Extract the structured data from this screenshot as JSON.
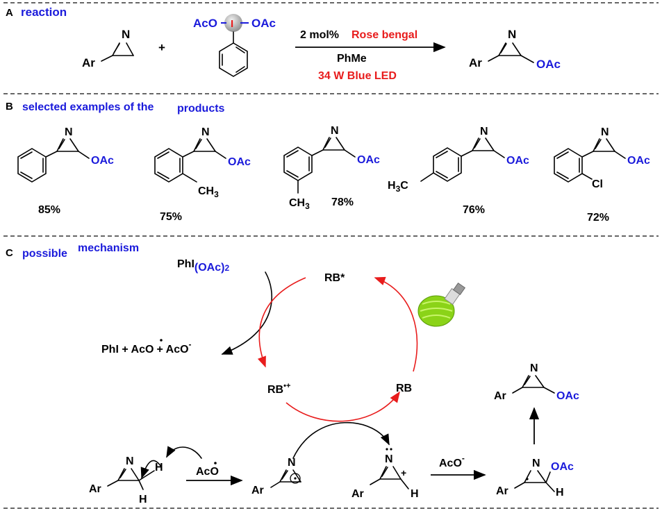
{
  "sections": {
    "a": {
      "letter": "A",
      "title": "reaction"
    },
    "b": {
      "letter": "B",
      "title_part1": "selected examples of the",
      "title_part2": "products"
    },
    "c": {
      "letter": "C",
      "title_part1": "possible",
      "title_part2": "mechanism"
    }
  },
  "reaction": {
    "atom_n": "N",
    "ar": "Ar",
    "plus": "+",
    "aco": "AcO",
    "oac": "OAc",
    "iodine": "I",
    "catalyst_amount": "2 mol%",
    "catalyst": "Rose bengal",
    "solvent": "PhMe",
    "light": "34 W Blue LED",
    "product_oac": "OAc"
  },
  "examples": {
    "oac": "OAc",
    "n": "N",
    "ch3": "CH",
    "ch3_sub": "3",
    "h3c_h": "H",
    "h3c_sub": "3",
    "h3c_c": "C",
    "cl": "Cl",
    "yields": [
      "85%",
      "75%",
      "78%",
      "76%",
      "72%"
    ]
  },
  "mechanism": {
    "phi_oac2_a": "PhI",
    "phi_oac2_b": "(OAc)",
    "phi_oac2_sub": "2",
    "byproducts_a": "PhI + AcO",
    "byproducts_b": "+ AcO",
    "byproducts_minus": "-",
    "rb_star": "RB*",
    "rb_radical": "RB",
    "rb_radical_sup": "•+",
    "rb": "RB",
    "aco_radical": "AcO",
    "aco_minus": "AcO",
    "minus": "-",
    "h": "H",
    "ar": "Ar",
    "n": "N",
    "oac": "OAc",
    "plus": "+"
  },
  "colors": {
    "blue": "#1a1adb",
    "red": "#e81c1c",
    "bulb": "#8bd318"
  }
}
